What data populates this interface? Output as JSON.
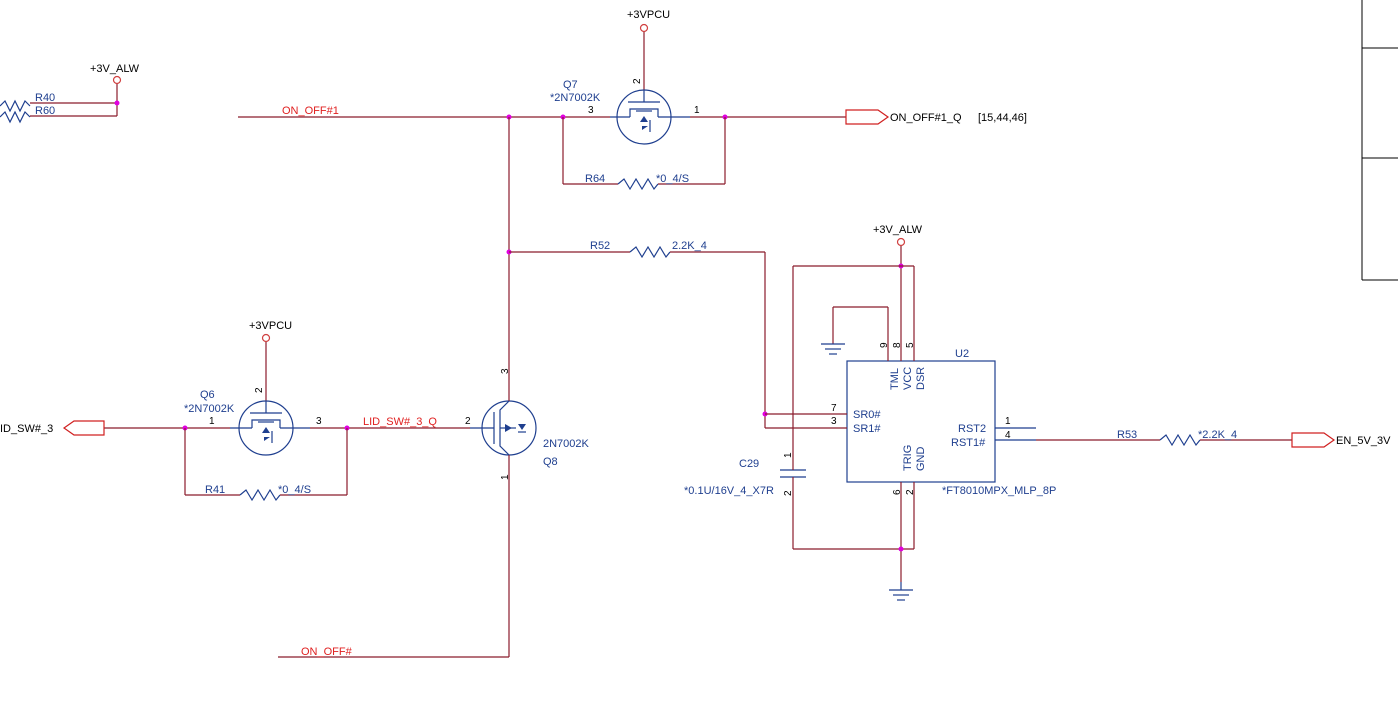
{
  "power": {
    "v3_alw_left": "+3V_ALW",
    "v3vpcu_top": "+3VPCU",
    "v3vpcu_q6": "+3VPCU",
    "v3_alw_u2": "+3V_ALW"
  },
  "nets": {
    "on_off1": "ON_OFF#1",
    "on_off": "ON_OFF#",
    "lid_sw_3_q": "LID_SW#_3_Q"
  },
  "ports": {
    "on_off1_q": "ON_OFF#1_Q",
    "on_off1_q_refs": "[15,44,46]",
    "lid_sw_3": "ID_SW#_3",
    "en_5v_3v": "EN_5V_3V"
  },
  "components": {
    "r40": "R40",
    "r60": "R60",
    "q7": {
      "ref": "Q7",
      "part": "*2N7002K",
      "pin_g": "2",
      "pin_d": "3",
      "pin_s": "1"
    },
    "r64": {
      "ref": "R64",
      "value": "*0_4/S"
    },
    "r52": {
      "ref": "R52",
      "value": "2.2K_4"
    },
    "q6": {
      "ref": "Q6",
      "part": "*2N7002K",
      "pin_g": "2",
      "pin_d": "1",
      "pin_s": "3"
    },
    "r41": {
      "ref": "R41",
      "value": "*0_4/S"
    },
    "q8": {
      "ref": "Q8",
      "part": "2N7002K",
      "pin_g": "2",
      "pin_d": "3",
      "pin_s": "1"
    },
    "c29": {
      "ref": "C29",
      "value": "*0.1U/16V_4_X7R",
      "pin1": "1",
      "pin2": "2"
    },
    "r53": {
      "ref": "R53",
      "value": "*2.2K_4"
    },
    "u2": {
      "ref": "U2",
      "part": "*FT8010MPX_MLP_8P",
      "pins": {
        "tml": "TML",
        "vcc": "VCC",
        "dsr": "DSR",
        "sr0": "SR0#",
        "sr1": "SR1#",
        "rst2": "RST2",
        "rst1": "RST1#",
        "trig": "TRIG",
        "gnd": "GND",
        "n9": "9",
        "n8": "8",
        "n5": "5",
        "n7": "7",
        "n3": "3",
        "n1": "1",
        "n4": "4",
        "n6": "6",
        "n2": "2"
      }
    }
  }
}
